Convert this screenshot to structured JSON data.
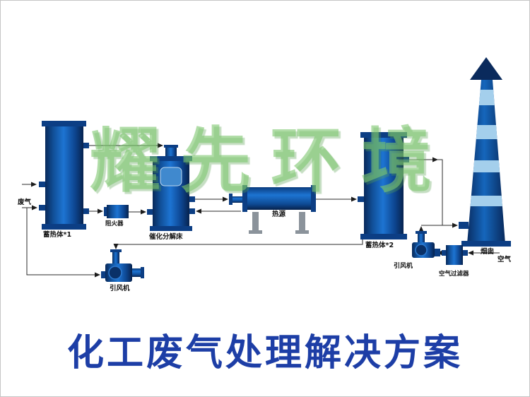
{
  "page": {
    "watermark": "耀先环境",
    "title": "化工废气处理解决方案"
  },
  "labels": {
    "waste_gas": "废气",
    "regenerator_1": "蓄热体*1",
    "flame_arrester": "阻火器",
    "catalytic_bed": "催化分解床",
    "heat_source": "热源",
    "regenerator_2": "蓄热体*2",
    "fan_left": "引风机",
    "fan_right": "引风机",
    "air_filter": "空气过滤器",
    "air": "空气",
    "chimney": "烟囱"
  },
  "colors": {
    "vessel_blue_dark": "#08295a",
    "vessel_blue_bright": "#1d74d2",
    "chimney_band_light": "#a4cfec",
    "line_color": "#1c1c1c",
    "title_blue": "#1d3ea6",
    "watermark_green": "#7dc66e"
  }
}
